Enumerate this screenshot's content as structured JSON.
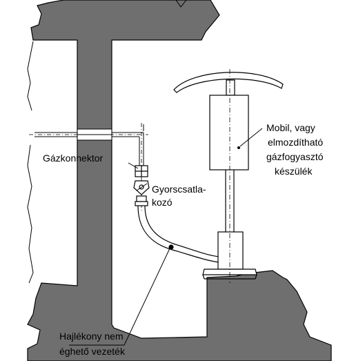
{
  "labels": {
    "gazkonnektor": "Gázkonnektor",
    "gyorscsatlakozo_1": "Gyorscsatla-",
    "gyorscsatlakozo_2": "kozó",
    "mobil_1": "Mobil, vagy",
    "mobil_2": "elmozdítható",
    "mobil_3": "gázfogyasztó",
    "mobil_4": "készülék",
    "hajlekony_1": "Hajlékony nem",
    "hajlekony_2": "éghető vezeték"
  },
  "colors": {
    "wall_fill": "#6f6f6f",
    "line": "#000000",
    "background": "#ffffff"
  }
}
